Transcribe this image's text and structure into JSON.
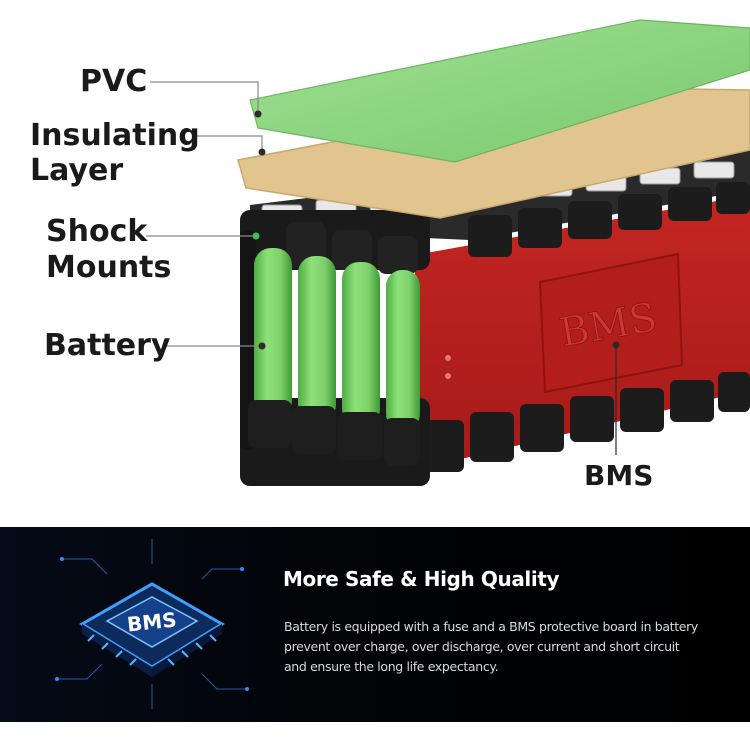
{
  "diagram": {
    "labels": {
      "pvc": "PVC",
      "insulating_line1": "Insulating",
      "insulating_line2": "Layer",
      "shock_line1": "Shock",
      "shock_line2": "Mounts",
      "battery": "Battery",
      "bms": "BMS",
      "bms_embossed": "BMS"
    },
    "colors": {
      "pvc": "#8fd684",
      "insulating_layer": "#e2c48e",
      "wrap": "#b7201d",
      "cells": "#7fd06a",
      "mounts": "#1d1d1d"
    }
  },
  "banner": {
    "chip_label": "BMS",
    "title": "More Safe & High Quality",
    "body": "Battery is equipped with a fuse and a BMS protective board in battery prevent over charge, over discharge, over current and short circuit and ensure the long life expectancy."
  }
}
